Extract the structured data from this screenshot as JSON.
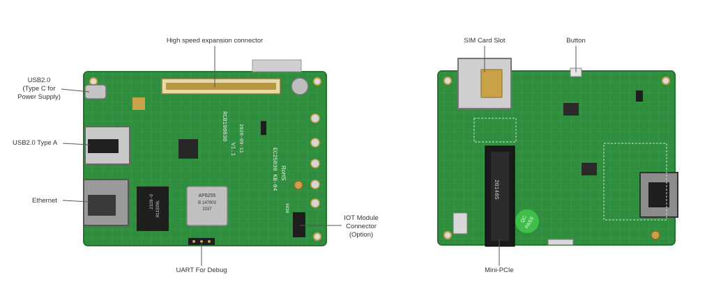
{
  "labels": {
    "hs_connector": "High speed expansion connector",
    "usb_typec": [
      "USB2.0",
      "(Type C for",
      "Power Supply)"
    ],
    "usb_typea": "USB2.0 Type A",
    "ethernet": "Ethernet",
    "uart": "UART For Debug",
    "iot": [
      "IOT Module",
      "Connector",
      "(Option)"
    ],
    "sim": "SIM Card Slot",
    "button": "Button",
    "minipcie": "Mini-PCIe"
  },
  "silkscreen": {
    "board_id": "RCB190830",
    "version": "V1.1",
    "date": "2020-09-11",
    "model": "EC25030 KB-04",
    "brand": "RoHS",
    "chip1": "AP6255",
    "chip1_line2": "B 147003",
    "chip1_line3": "2037",
    "chip2": "2328-G",
    "chip2_line2": "H1102NL",
    "code_9830": "9830",
    "pcie_code": "20140S",
    "qc": "QC",
    "pass": "PASS"
  },
  "colors": {
    "pcb": "#2e8c3c",
    "pcb_dark": "#1f6b2c",
    "gold": "#c9a24a",
    "silver": "#b8b8b8",
    "black": "#1a1a1a",
    "line": "#555555"
  }
}
